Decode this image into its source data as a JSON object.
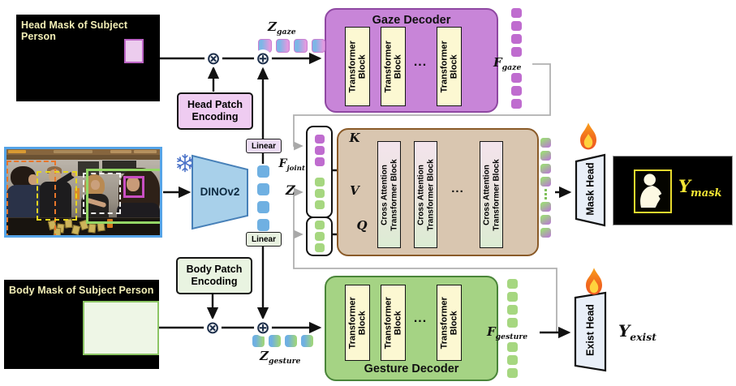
{
  "inputs": {
    "head_mask_title": "Head Mask of Subject Person",
    "body_mask_title": "Body Mask of Subject Person"
  },
  "operators": {
    "multiply": "⊗",
    "add": "⊕"
  },
  "backbone": {
    "label": "DINOv2"
  },
  "projections": {
    "linear_gaze": "Linear",
    "linear_gesture": "Linear"
  },
  "encodings": {
    "head_patch": "Head Patch Encoding",
    "body_patch": "Body Patch Encoding"
  },
  "math": {
    "z": {
      "base": "Z",
      "sub": ""
    },
    "z_gaze": {
      "base": "Z",
      "sub": "gaze"
    },
    "z_gesture": {
      "base": "Z",
      "sub": "gesture"
    },
    "f_joint": {
      "base": "F",
      "sub": "joint"
    },
    "f_gaze": {
      "base": "F",
      "sub": "gaze"
    },
    "f_gesture": {
      "base": "F",
      "sub": "gesture"
    },
    "y_mask": {
      "base": "Y",
      "sub": "mask"
    },
    "y_exist": {
      "base": "Y",
      "sub": "exist"
    },
    "k": "K",
    "v": "V",
    "q": "Q"
  },
  "gaze_decoder": {
    "title": "Gaze Decoder",
    "blocks": [
      "Transformer Block",
      "Transformer Block",
      "Transformer Block"
    ],
    "ellipsis": "..."
  },
  "gesture_decoder": {
    "title": "Gesture Decoder",
    "blocks": [
      "Transformer Block",
      "Transformer Block",
      "Transformer Block"
    ],
    "ellipsis": "..."
  },
  "fusion": {
    "blocks": [
      "Cross Attention Transformer Block",
      "Cross Attention Transformer Block",
      "Cross Attention Transformer Block"
    ],
    "ellipsis": "..."
  },
  "heads": {
    "mask": "Mask Head",
    "exist": "Exist Head"
  },
  "tokens": {
    "z": {
      "count": 4,
      "style": "tok-blue"
    },
    "z_gaze": {
      "count": 4,
      "style": "tok-zgaze"
    },
    "z_gesture": {
      "count": 4,
      "style": "tok-zgesture"
    },
    "f_gaze_top": {
      "count": 4,
      "style": "tok-purple"
    },
    "f_gaze_bottom": {
      "count": 3,
      "style": "tok-purple"
    },
    "f_gesture_top": {
      "count": 4,
      "style": "tok-green"
    },
    "f_gesture_bottom": {
      "count": 3,
      "style": "tok-green"
    },
    "joint_gaze": {
      "count": 3,
      "style": "tok-purple sm"
    },
    "joint_gesture": {
      "count": 3,
      "style": "tok-green sm"
    },
    "query": {
      "count": 3,
      "style": "tok-green sm"
    },
    "fused_top": {
      "count": 4,
      "style": "tok-fused"
    },
    "fused_bottom": {
      "count": 3,
      "style": "tok-fused"
    }
  },
  "colors": {
    "gaze_token": "#bf6ccf",
    "gesture_token": "#a6d780",
    "image_token": "#6fb0e2",
    "gaze_decoder_fill": "#c885d8",
    "gesture_decoder_fill": "#a5d384",
    "fusion_fill": "#d9c6b0",
    "transformer_block_fill": "#fcf8d2",
    "frozen_blue": "#4a72c8",
    "fire_orange": "#f58220",
    "mask_highlight_yellow": "#f2e535"
  }
}
